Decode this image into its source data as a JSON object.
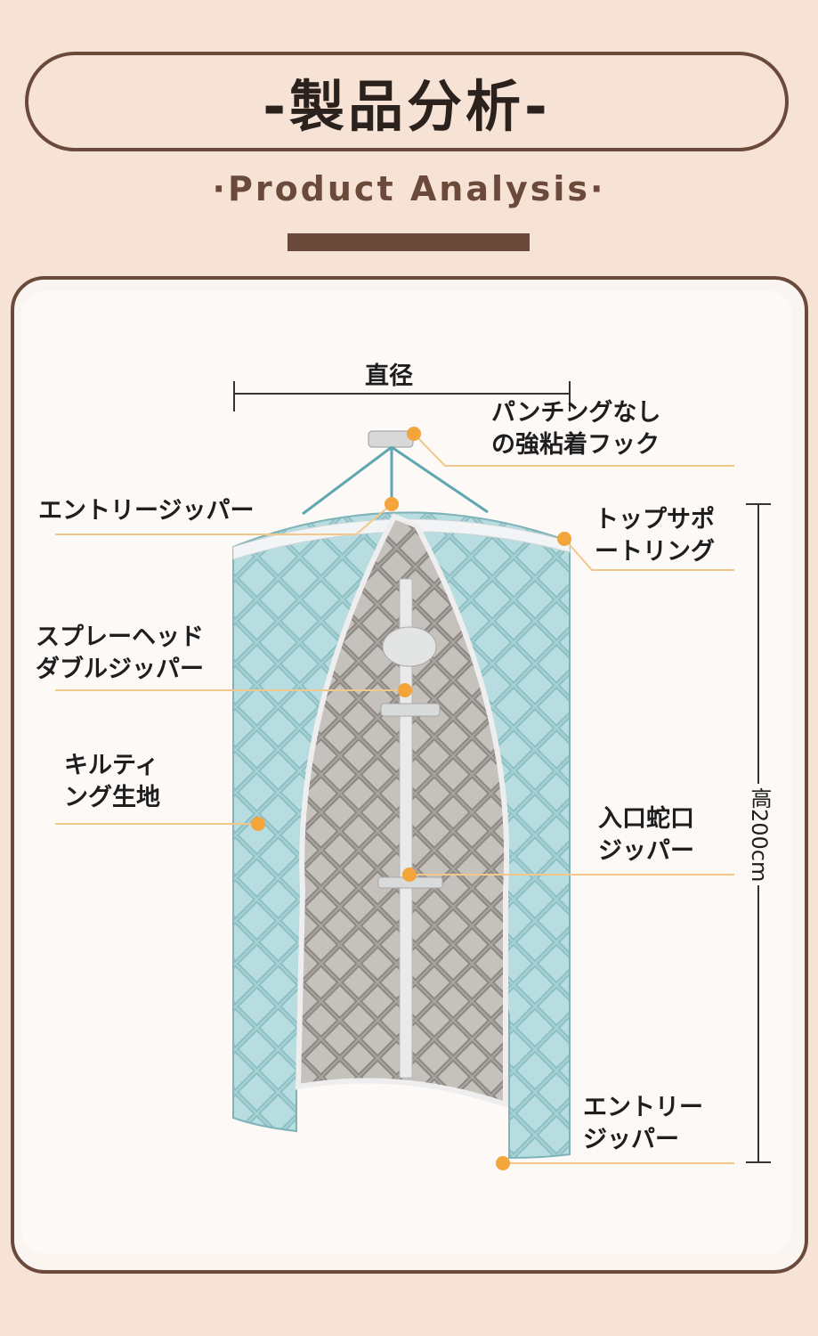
{
  "header": {
    "title": "-製品分析-",
    "subtitle": "·Product Analysis·"
  },
  "diagram": {
    "diameter_label": "直径",
    "height_label": "高200cm",
    "callouts": {
      "hook": "パンチングなし\nの強粘着フック",
      "entry_zipper_top": "エントリージッパー",
      "top_support_ring": "トップサポ\nートリング",
      "spray_head_zipper": "スプレーヘッド\nダブルジッパー",
      "quilting_fabric": "キルティ\nング生地",
      "faucet_zipper": "入口蛇口\nジッパー",
      "entry_zipper_bottom": "エントリー\nジッパー"
    },
    "colors": {
      "accent_dot": "#f3a43a",
      "leader_line": "#f0c98a",
      "fabric": "#a8d2d6",
      "lining": "#a9a4a0",
      "brand_brown": "#6b4a3c"
    }
  }
}
